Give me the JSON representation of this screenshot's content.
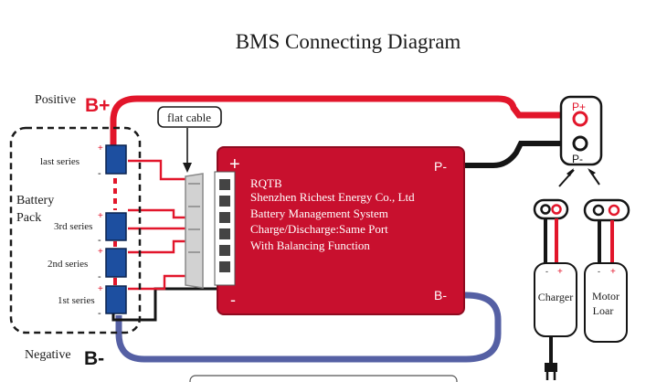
{
  "title": "BMS Connecting Diagram",
  "battery": {
    "positive_label": "Positive",
    "b_plus": "B+",
    "negative_label": "Negative",
    "b_minus": "B-",
    "pack_label_line1": "Battery",
    "pack_label_line2": "Pack",
    "cells": [
      "last series",
      "3rd series",
      "2nd series",
      "1st series"
    ],
    "plus_sign": "+",
    "minus_sign": "-"
  },
  "flat_cable_label": "flat cable",
  "board": {
    "plus": "+",
    "minus": "-",
    "p_minus": "P-",
    "b_minus": "B-",
    "lines": [
      "RQTB",
      "Shenzhen Richest Energy Co., Ltd",
      "Battery Management System",
      "Charge/Discharge:Same Port",
      "With Balancing Function"
    ]
  },
  "port": {
    "p_plus": "P+",
    "p_minus": "P-"
  },
  "devices": {
    "charger_label": "Charger",
    "motor_line1": "Motor",
    "motor_line2": "Loar"
  },
  "colors": {
    "red_wire": "#e2162b",
    "black_wire": "#151515",
    "blue_wire": "#5560a4",
    "board_red": "#c8102e",
    "cell_blue": "#1d4fa0"
  }
}
